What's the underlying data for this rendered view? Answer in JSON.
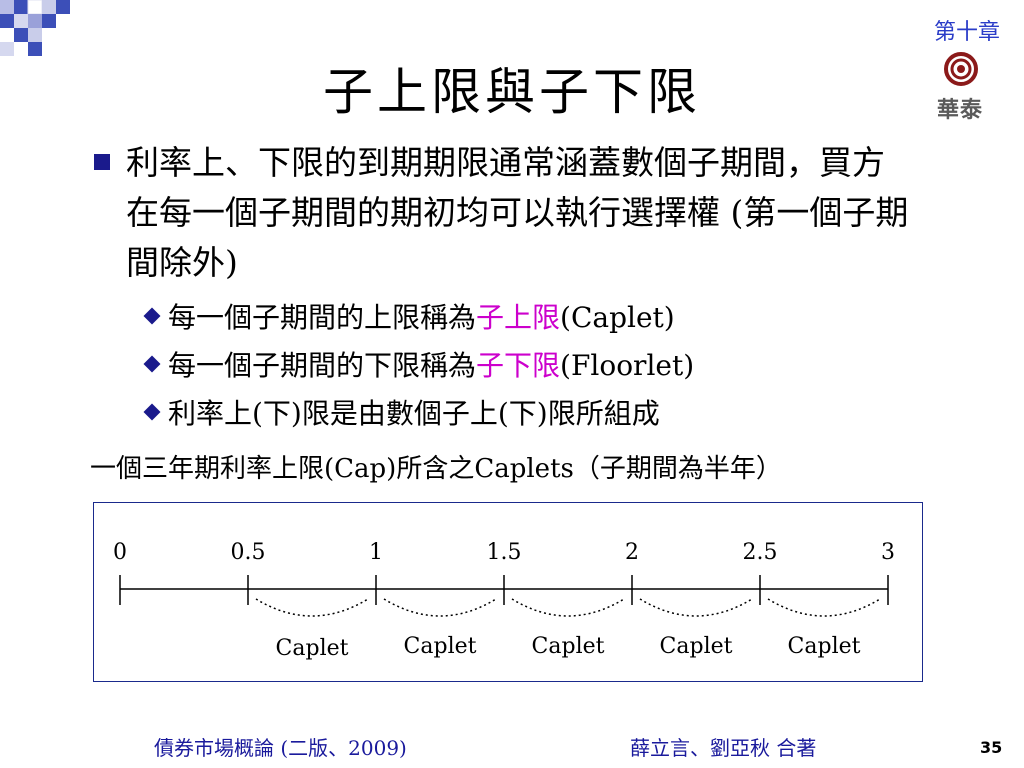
{
  "header": {
    "chapter": "第十章",
    "logo_text": "華泰"
  },
  "title": "子上限與子下限",
  "main_bullet": "利率上、下限的到期期限通常涵蓋數個子期間，買方在每一個子期間的期初均可以執行選擇權 (第一個子期間除外)",
  "sub_bullets": [
    {
      "prefix": "每一個子期間的上限稱為",
      "highlight": "子上限",
      "suffix": "(Caplet)"
    },
    {
      "prefix": "每一個子期間的下限稱為",
      "highlight": "子下限",
      "suffix": "(Floorlet)"
    },
    {
      "prefix": "利率上(下)限是由數個子上(下)限所組成",
      "highlight": "",
      "suffix": ""
    }
  ],
  "caption": "一個三年期利率上限(Cap)所含之Caplets（子期間為半年）",
  "timeline": {
    "ticks": [
      0,
      0.5,
      1,
      1.5,
      2,
      2.5,
      3
    ],
    "tick_labels": [
      "0",
      "0.5",
      "1",
      "1.5",
      "2",
      "2.5",
      "3"
    ],
    "segment_label": "Caplet",
    "segments": [
      [
        0.5,
        1
      ],
      [
        1,
        1.5
      ],
      [
        1.5,
        2
      ],
      [
        2,
        2.5
      ],
      [
        2.5,
        3
      ]
    ]
  },
  "footer": {
    "book": "債券市場概論 (二版、2009)",
    "authors": "薛立言、劉亞秋  合著",
    "page": "35"
  }
}
